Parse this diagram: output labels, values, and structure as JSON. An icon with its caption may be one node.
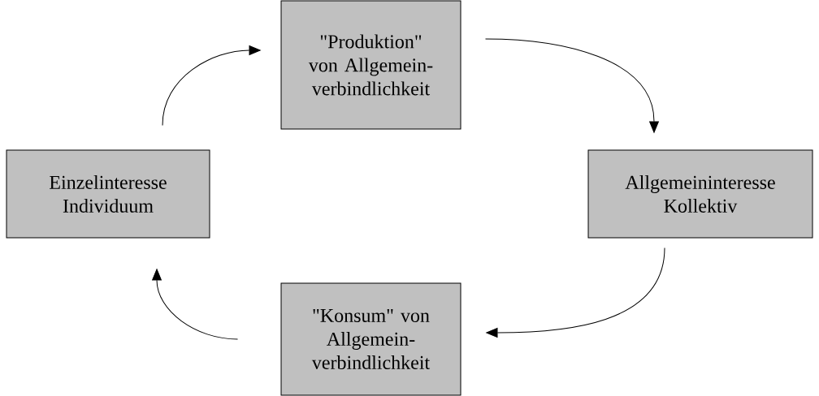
{
  "diagram": {
    "nodes": [
      {
        "text": [
          "\"Produktion\" von Allgemein- verbindlichkeit"
        ]
      },
      {
        "text": [
          "Allgemeininteresse Kollektiv"
        ]
      },
      {
        "text": [
          "\"Konsum\" von Allgemein- verbindlichkeit"
        ]
      },
      {
        "text": [
          "Einzelinteresse Individuum"
        ]
      }
    ],
    "edges": [
      {
        "from": 3,
        "to": 0,
        "arrow": "to"
      },
      {
        "from": 0,
        "to": 1,
        "arrow": "to"
      },
      {
        "from": 1,
        "to": 2,
        "arrow": "to"
      },
      {
        "from": 2,
        "to": 3,
        "arrow": "to"
      }
    ]
  }
}
